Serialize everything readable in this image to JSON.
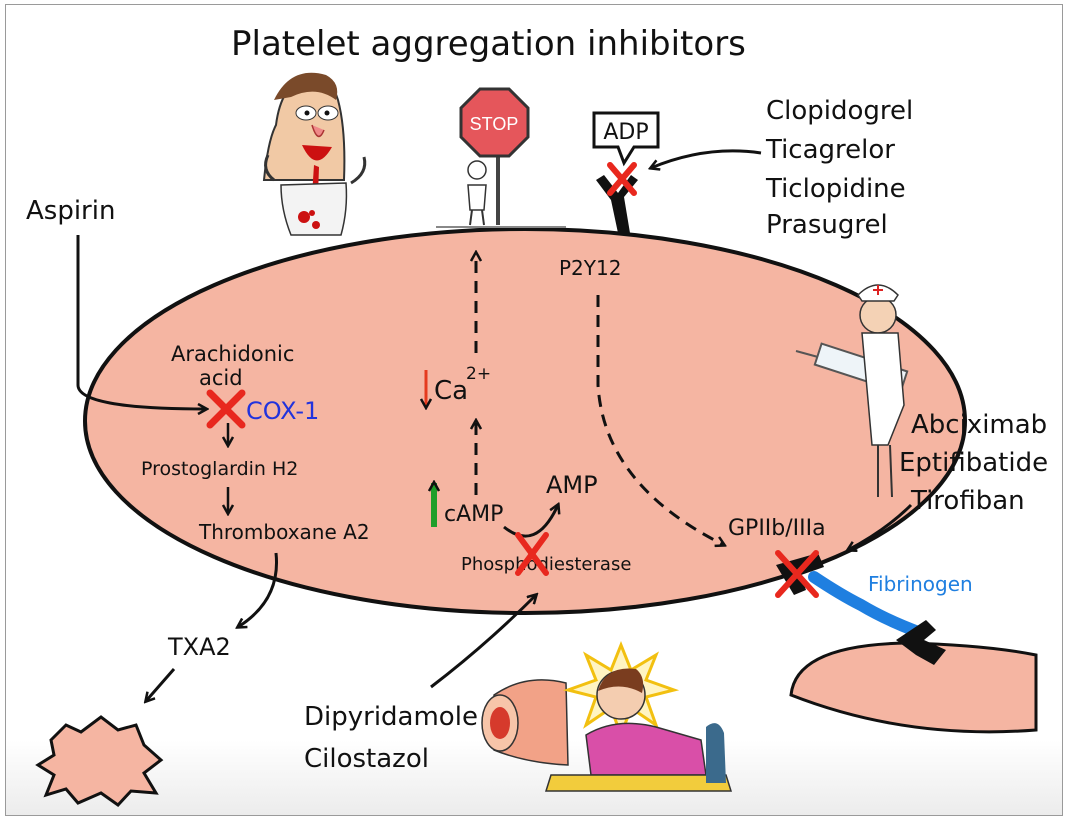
{
  "title": "Platelet aggregation inhibitors",
  "stop_sign": "STOP",
  "labels": {
    "aspirin": "Aspirin",
    "arachidonic_1": "Arachidonic",
    "arachidonic_2": "acid",
    "cox1": "COX-1",
    "prostaglandin": "Prostoglardin H2",
    "thromboxane": "Thromboxane A2",
    "txa2": "TXA2",
    "ca": "Ca",
    "ca_sup": "2+",
    "camp": "cAMP",
    "amp": "AMP",
    "pde": "Phosphodiesterase",
    "p2y12": "P2Y12",
    "adp": "ADP",
    "gp": "GPIIb/IIIa",
    "fibrinogen": "Fibrinogen"
  },
  "p2y12_drugs": [
    "Clopidogrel",
    "Ticagrelor",
    "Ticlopidine",
    "Prasugrel"
  ],
  "gp_drugs": [
    "Abciximab",
    "Eptifibatide",
    "Tirofiban"
  ],
  "pde_drugs": [
    "Dipyridamole",
    "Cilostazol"
  ],
  "colors": {
    "platelet_fill": "#f5b5a2",
    "outline": "#111111",
    "cross": "#e8281e",
    "cox_blue": "#2233dd",
    "fibrinogen_blue": "#1f7fe0",
    "up_arrow": "#1e9e2a",
    "down_arrow": "#e53a1e"
  }
}
